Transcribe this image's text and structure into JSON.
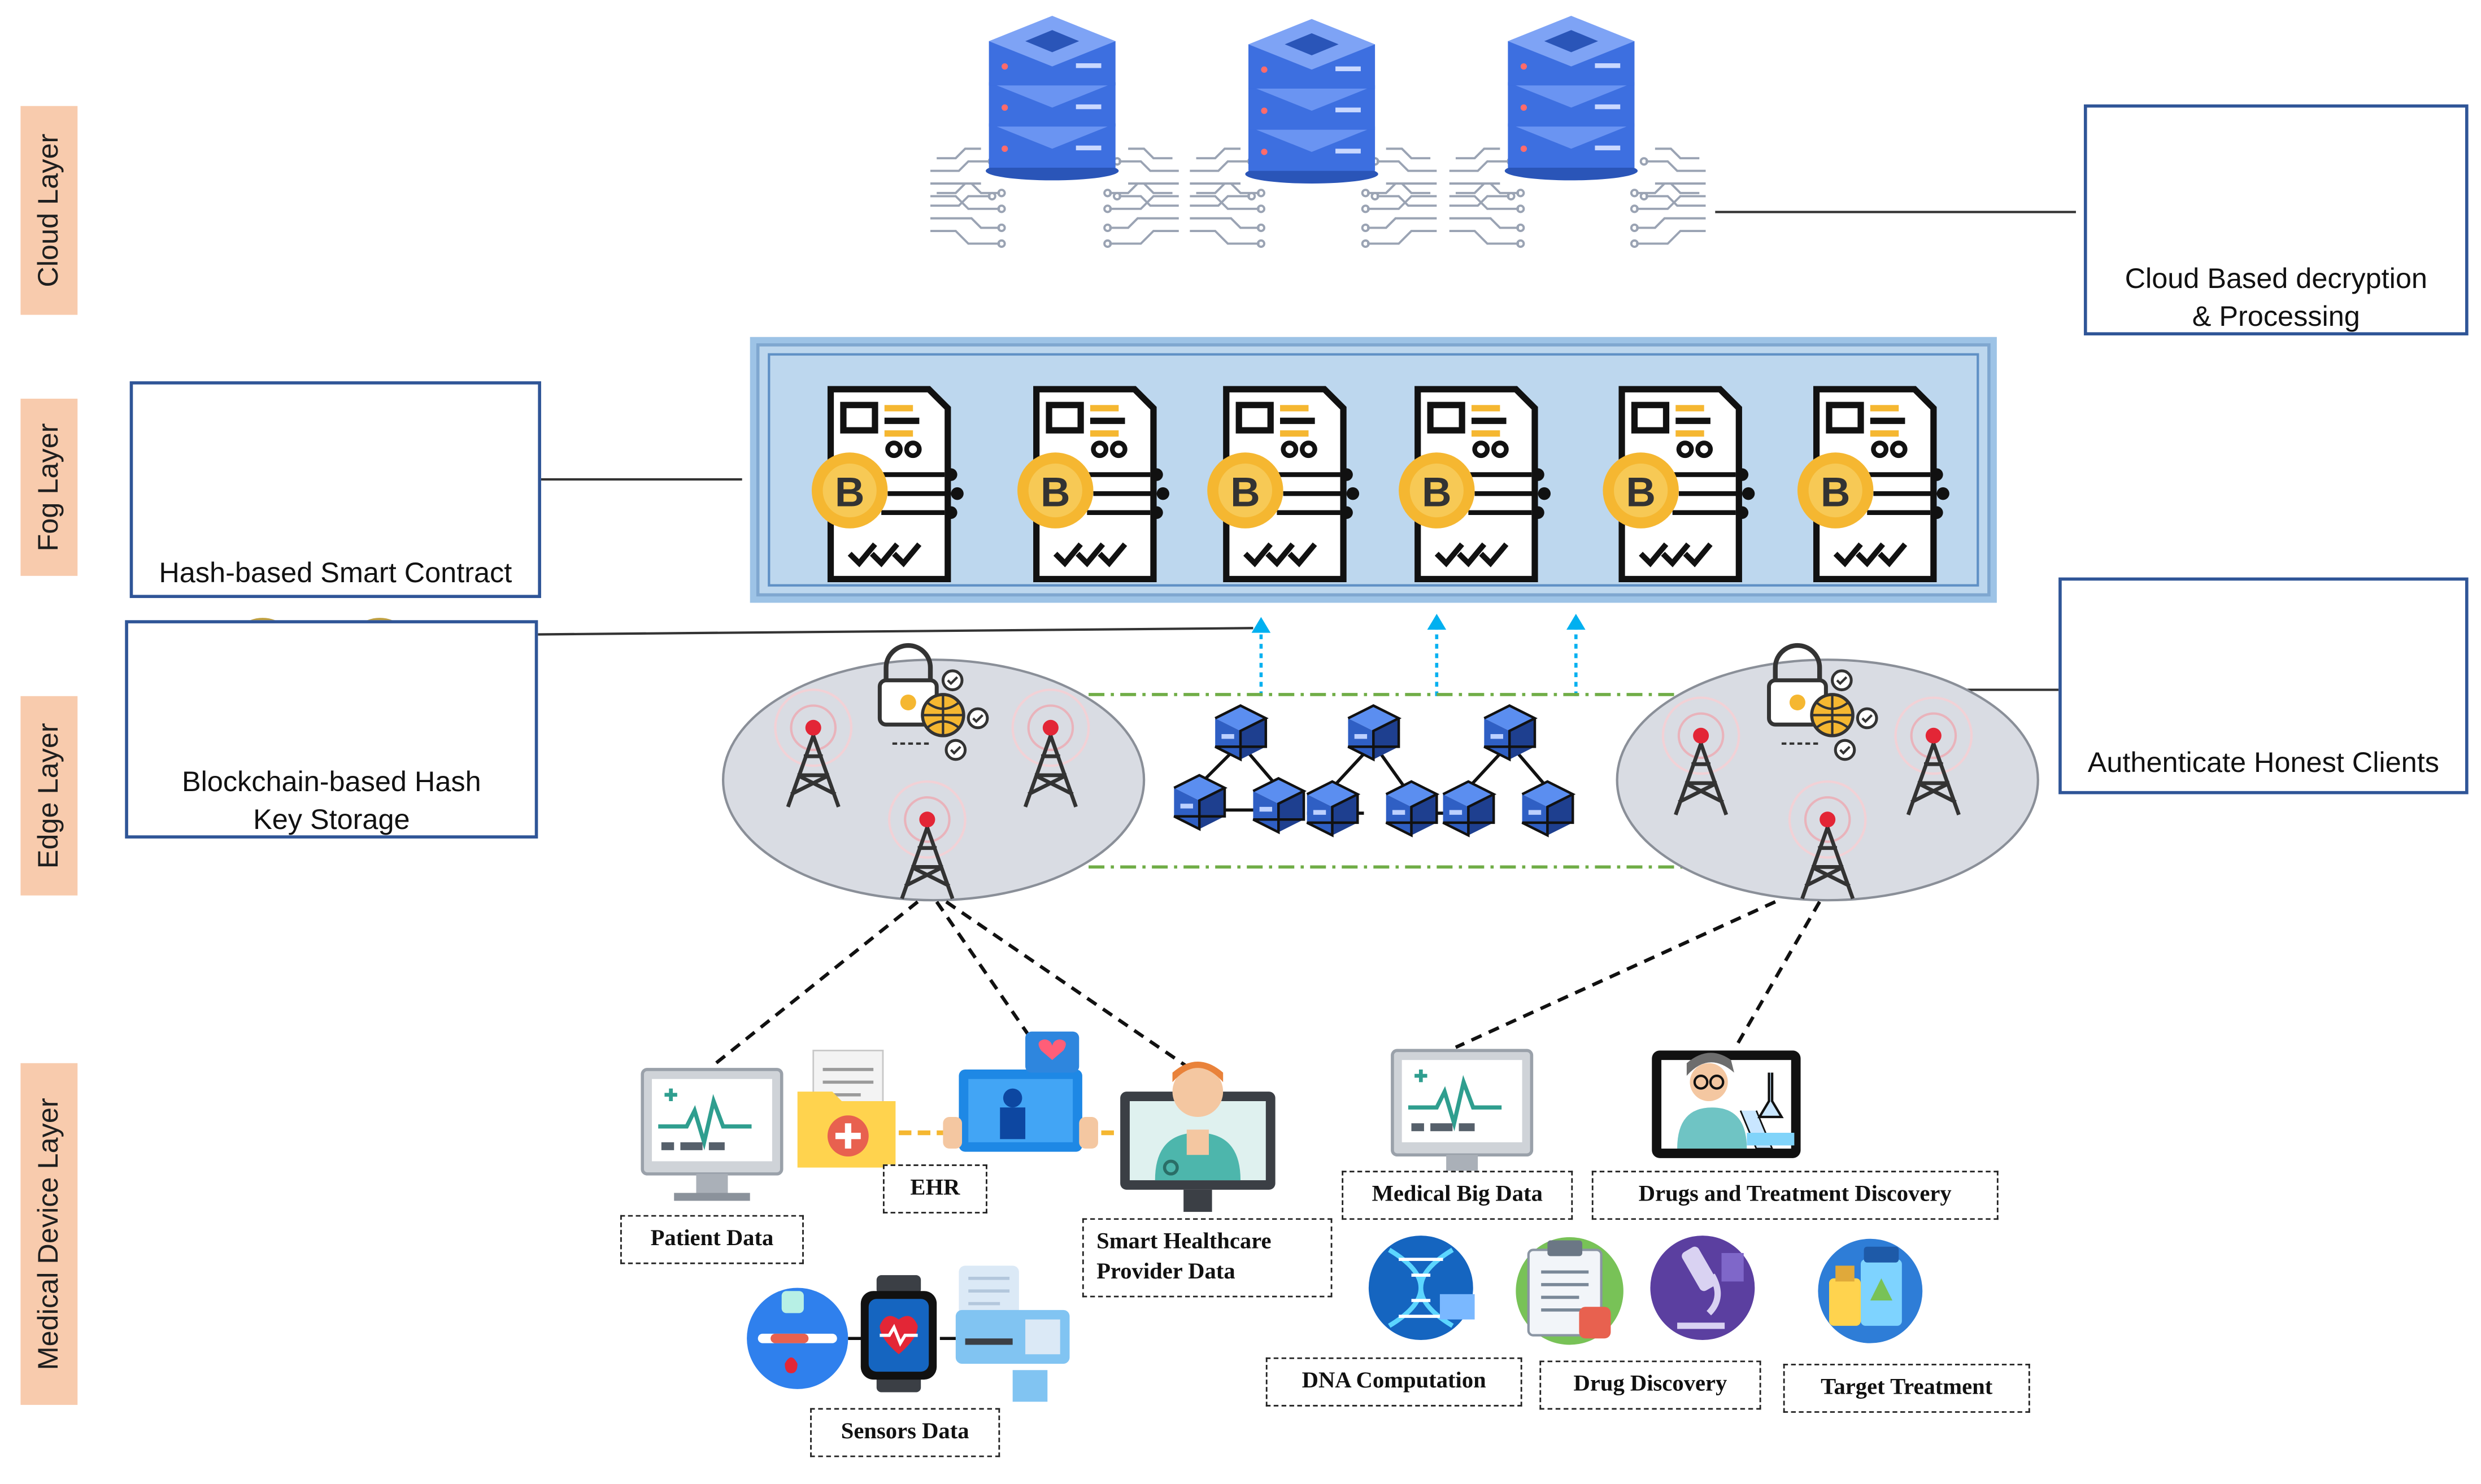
{
  "layers": {
    "cloud": "Cloud Layer",
    "fog": "Fog Layer",
    "edge": "Edge Layer",
    "device": "Medical Device Layer"
  },
  "boxes": {
    "cloud_processing": [
      "Cloud Based decryption",
      "& Processing"
    ],
    "smart_contract": "Hash-based Smart Contract",
    "hash_key_storage": [
      "Blockchain-based Hash",
      "Key Storage"
    ],
    "authenticate": "Authenticate  Honest  Clients"
  },
  "device_labels": {
    "patient_data": "Patient Data",
    "ehr": "EHR",
    "smart_provider": [
      "Smart Healthcare",
      "Provider  Data"
    ],
    "sensors": "Sensors Data",
    "medical_big_data": "Medical  Big Data",
    "drugs_treatment": "Drugs and  Treatment  Discovery",
    "dna": "DNA Computation",
    "drug_discovery": "Drug Discovery",
    "target_treatment": "Target Treatment"
  },
  "icons": {
    "servers": "server-stack-icon",
    "binary_lock": "binary-lock-icon",
    "web_search": "web-search-icon",
    "hash_filter": "hash-document-icon",
    "binary_circle": "binary-circuit-icon",
    "smart_contract": "bitcoin-contract-icon",
    "bitcoin_lock": "bitcoin-padlock-icon",
    "fingerprint": "fingerprint-auth-icon",
    "tower": "antenna-tower-icon",
    "blockchain": "blockchain-cubes-icon"
  },
  "colors": {
    "layer_tab": "#f8cbad",
    "box_border": "#2f5597",
    "fog_panel": "#bdd7ee",
    "server_blue": "#3d6fe0",
    "bitcoin_gold": "#f5b731",
    "edge_dash": "#70ad47",
    "arrow_blue": "#00b0f0"
  }
}
